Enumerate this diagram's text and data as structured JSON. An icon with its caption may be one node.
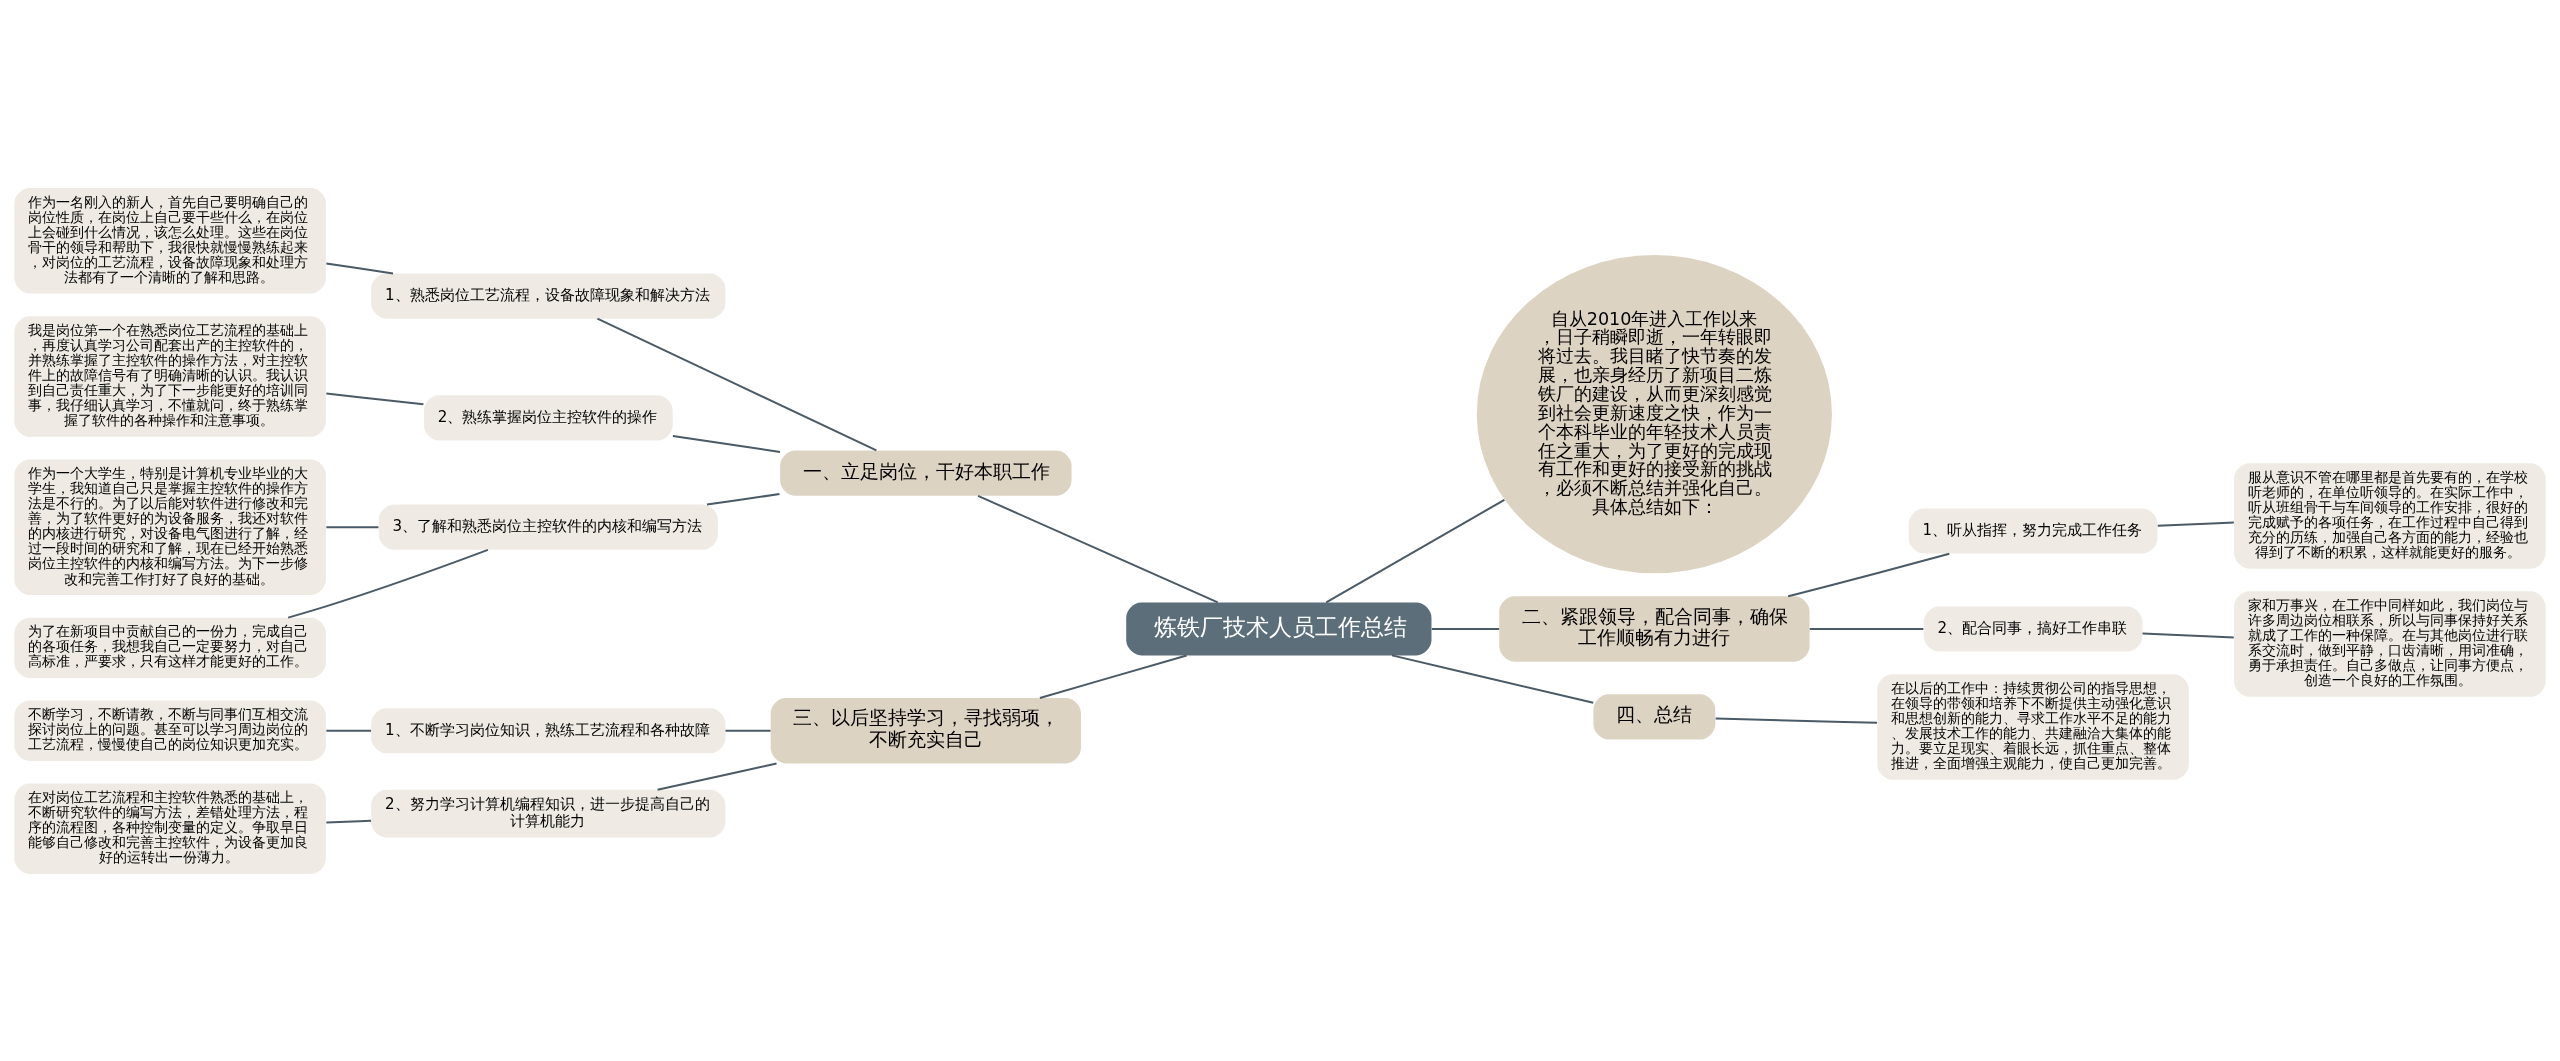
{
  "diagram": {
    "nodes": [
      {
        "text": [
          "炼铁厂技术人员工作总结"
        ]
      },
      {
        "text": [
          "一、立足岗位，干好本职工作"
        ]
      },
      {
        "text": [
          "1、熟悉岗位工艺流程，设备故障现象和解决方法"
        ]
      },
      {
        "text": [
          "作为一名刚入的新人，首先自己要明确自己的岗位性质，在岗位上自己要干些什么，在岗位上会碰到什么情况，该怎么处理。这些在岗位骨干的领导和帮助下，我很快就慢慢熟练起来，对岗位的工艺流程，设备故障现象和处理方法都有了一个清晰的了解和思路。"
        ]
      },
      {
        "text": [
          "2、熟练掌握岗位主控软件的操作"
        ]
      },
      {
        "text": [
          "我是岗位第一个在熟悉岗位工艺流程的基础上，再度认真学习公司配套出产的主控软件的，并熟练掌握了主控软件的操作方法，对主控软件上的故障信号有了明确清晰的认识。我认识到自己责任重大，为了下一步能更好的培训同事，我仔细认真学习，不懂就问，终于熟练掌握了软件的各种操作和注意事项。"
        ]
      },
      {
        "text": [
          "3、了解和熟悉岗位主控软件的内核和编写方法"
        ]
      },
      {
        "text": [
          "作为一个大学生，特别是计算机专业毕业的大学生，我知道自己只是掌握主控软件的操作方法是不行的。为了以后能对软件进行修改和完善，为了软件更好的为设备服务，我还对软件的内核进行研究，对设备电气图进行了解，经过一段时间的研究和了解，现在已经开始熟悉岗位主控软件的内核和编写方法。为下一步修改和完善工作打好了良好的基础。"
        ]
      },
      {
        "text": [
          "为了在新项目中贡献自己的一份力，完成自己的各项任务，我想我自己一定要努力，对自己高标准，严要求，只有这样才能更好的工作。"
        ]
      },
      {
        "text": [
          "三、以后坚持学习，寻找弱项，不断充实自己"
        ]
      },
      {
        "text": [
          "1、不断学习岗位知识，熟练工艺流程和各种故障"
        ]
      },
      {
        "text": [
          "不断学习，不断请教，不断与同事们互相交流探讨岗位上的问题。甚至可以学习周边岗位的工艺流程，慢慢使自己的岗位知识更加充实。"
        ]
      },
      {
        "text": [
          "2、努力学习计算机编程知识，进一步提高自己的计算机能力"
        ]
      },
      {
        "text": [
          "在对岗位工艺流程和主控软件熟悉的基础上，不断研究软件的编写方法，差错处理方法，程序的流程图，各种控制变量的定义。争取早日能够自己修改和完善主控软件，为设备更加良好的运转出一份薄力。"
        ]
      },
      {
        "text": [
          "自从2010年进入工作以来，日子稍瞬即逝，一年转眼即将过去。我目睹了快节奏的发展，也亲身经历了新项目二炼铁厂的建设，从而更深刻感觉到社会更新速度之快，作为一个本科毕业的年轻技术人员责任之重大，为了更好的完成现有工作和更好的接受新的挑战，必须不断总结并强化自己。具体总结如下："
        ]
      },
      {
        "text": [
          "二、紧跟领导，配合同事，确保工作顺畅有力进行"
        ]
      },
      {
        "text": [
          "1、听从指挥，努力完成工作任务"
        ]
      },
      {
        "text": [
          "服从意识不管在哪里都是首先要有的，在学校听老师的，在单位听领导的。在实际工作中，听从班组骨干与车间领导的工作安排，很好的完成赋予的各项任务，在工作过程中自己得到充分的历练，加强自己各方面的能力，经验也得到了不断的积累，这样就能更好的服务。"
        ]
      },
      {
        "text": [
          "2、配合同事，搞好工作串联"
        ]
      },
      {
        "text": [
          "家和万事兴，在工作中同样如此，我们岗位与许多周边岗位相联系，所以与同事保持好关系就成了工作的一种保障。在与其他岗位进行联系交流时，做到平静，口齿清晰，用词准确，勇于承担责任。自己多做点，让同事方便点，创造一个良好的工作氛围。"
        ]
      },
      {
        "text": [
          "四、总结"
        ]
      },
      {
        "text": [
          "在以后的工作中：持续贯彻公司的指导思想，在领导的带领和培养下不断提供主动强化意识和思想创新的能力、寻求工作水平不足的能力、发展技术工作的能力、共建融洽大集体的能力。要立足现实、着眼长远，抓住重点、整体推进，全面增强主观能力，使自己更加完善。"
        ]
      }
    ],
    "edges": [
      {
        "from": 0,
        "to": 1,
        "arrow": "none"
      },
      {
        "from": 1,
        "to": 2,
        "arrow": "none"
      },
      {
        "from": 2,
        "to": 3,
        "arrow": "none"
      },
      {
        "from": 1,
        "to": 4,
        "arrow": "none"
      },
      {
        "from": 4,
        "to": 5,
        "arrow": "none"
      },
      {
        "from": 1,
        "to": 6,
        "arrow": "none"
      },
      {
        "from": 6,
        "to": 7,
        "arrow": "none"
      },
      {
        "from": 6,
        "to": 8,
        "arrow": "none"
      },
      {
        "from": 0,
        "to": 9,
        "arrow": "none"
      },
      {
        "from": 9,
        "to": 10,
        "arrow": "none"
      },
      {
        "from": 10,
        "to": 11,
        "arrow": "none"
      },
      {
        "from": 9,
        "to": 12,
        "arrow": "none"
      },
      {
        "from": 12,
        "to": 13,
        "arrow": "none"
      },
      {
        "from": 0,
        "to": 14,
        "arrow": "none"
      },
      {
        "from": 0,
        "to": 15,
        "arrow": "none"
      },
      {
        "from": 15,
        "to": 16,
        "arrow": "none"
      },
      {
        "from": 16,
        "to": 17,
        "arrow": "none"
      },
      {
        "from": 15,
        "to": 18,
        "arrow": "none"
      },
      {
        "from": 18,
        "to": 19,
        "arrow": "none"
      },
      {
        "from": 0,
        "to": 20,
        "arrow": "none"
      },
      {
        "from": 20,
        "to": 21,
        "arrow": "none"
      }
    ]
  }
}
